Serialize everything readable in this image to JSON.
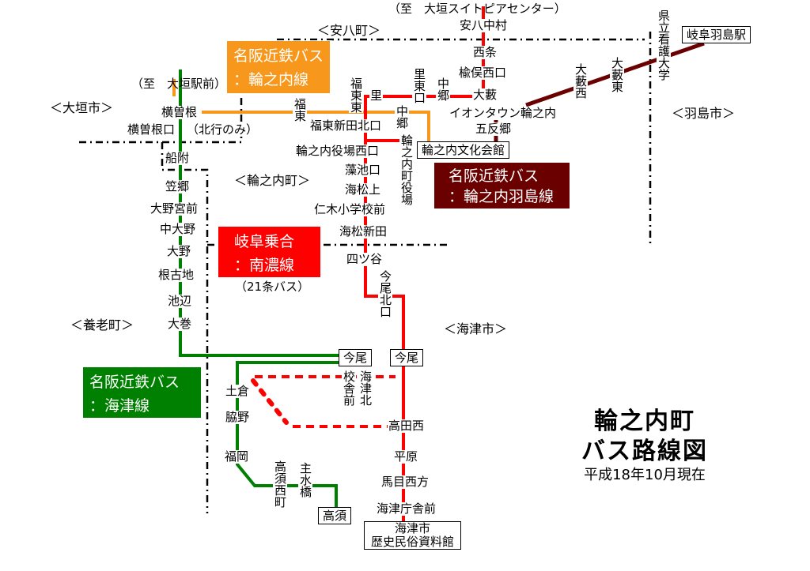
{
  "colors": {
    "kaizu": "#008000",
    "wanouchi": "#f7981d",
    "nanno": "#ff0000",
    "hashima": "#6b0000"
  },
  "areas": {
    "anpachi": "＜安八町＞",
    "ogaki": "＜大垣市＞",
    "wanouchi": "＜輪之内町＞",
    "hashima": "＜羽島市＞",
    "yoro": "＜養老町＞",
    "kaizu": "＜海津市＞"
  },
  "notes": {
    "to_ogaki_station": "（至　大垣駅前）",
    "to_sweetpia": "（至　大垣スイトピアセンター）",
    "north_only": "（北行のみ）",
    "bus21": "（21条バス）"
  },
  "routes": {
    "wanouchi": {
      "line1": "名阪近鉄バス",
      "line2": "：輪之内線"
    },
    "hashima": {
      "line1": "名阪近鉄バス",
      "line2": "：輪之内羽島線"
    },
    "nanno": {
      "line1": "岐阜乗合",
      "line2": "：南濃線"
    },
    "kaizu": {
      "line1": "名阪近鉄バス",
      "line2": "：海津線"
    }
  },
  "stops": {
    "yokosone": "横曽根",
    "yokosoneguchi": "横曽根口",
    "funatsuke": "船附",
    "kasago": "笠郷",
    "onomiyamae": "大野宮前",
    "nakaono": "中大野",
    "ono": "大野",
    "nekochi": "根古地",
    "ikenobe": "池辺",
    "omaki": "大巻",
    "fukuto": "福東",
    "fukutohigashi": "福東東",
    "fukutoshindenkita": "福東新田北口",
    "sato": "里",
    "satohigashiguchi": "里東口",
    "nakago_a": "中郷",
    "nakago_b": "中郷",
    "oyabu": "大藪",
    "anpachinakamura": "安八中村",
    "saijo": "西条",
    "nurimatanishiguchi": "楡俣西口",
    "aeon": "イオンタウン輪之内",
    "gotango": "五反郷",
    "bunka": "輪之内文化会館",
    "oyabunishi": "大藪西",
    "oyabuhigashi": "大藪東",
    "kango": "県立看護大学",
    "gifuhashima": "岐阜羽島駅",
    "yakubanishi": "輪之内役場西口",
    "yakuba": "輪之内町役場",
    "moikeguchi": "藻池口",
    "kaishoue": "海松上",
    "niki": "仁木小学校前",
    "kaishoshinden": "海松新田",
    "yotsuya": "四ツ谷",
    "imaokitaguchi": "今尾北口",
    "imao_a": "今尾",
    "imao_b": "今尾",
    "koshamae": "校舎前",
    "kaizukita": "海津北",
    "tsuchikura": "土倉",
    "wakino": "脇野",
    "fukuoka": "福岡",
    "takasunishimachi": "高須西町",
    "shusuibashi": "主水橋",
    "takasu": "高須",
    "takadanishi": "高田西",
    "hirahara": "平原",
    "mameinishigata": "馬目西方",
    "chosha": "海津庁舎前",
    "museum1": "海津市",
    "museum2": "歴史民俗資料館"
  },
  "title": {
    "line1": "輪之内町",
    "line2": "バス路線図",
    "date": "平成18年10月現在"
  }
}
